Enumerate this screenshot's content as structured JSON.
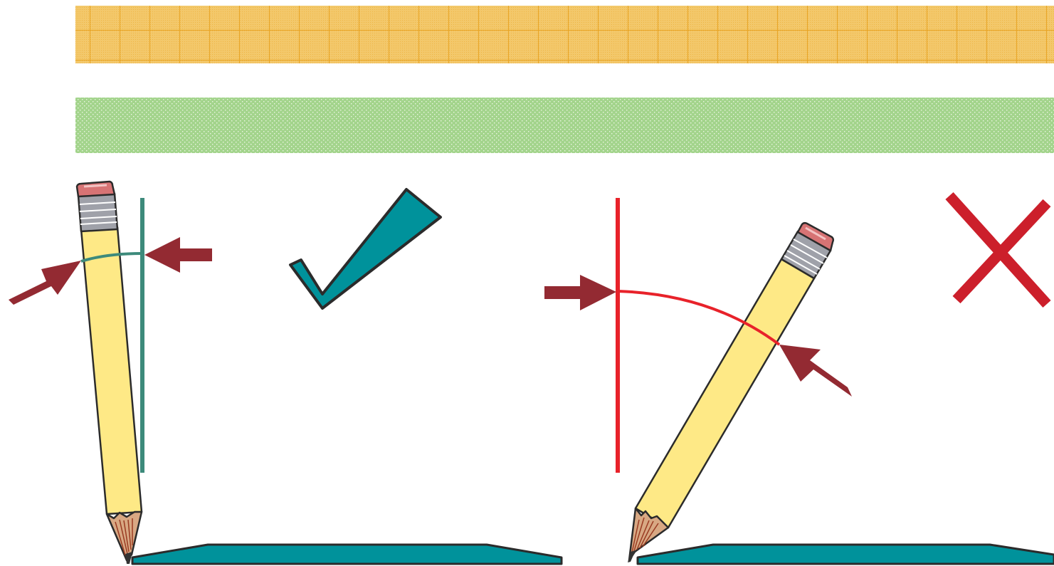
{
  "colors": {
    "background": "#ffffff",
    "band_orange_base": "#f3c86b",
    "band_orange_grid": "#e8a526",
    "band_green_base": "#a3d48c",
    "band_green_dot": "#eaf5e2",
    "correct_line": "#3d8a7b",
    "incorrect_line": "#e8222a",
    "arrow": "#932a32",
    "check_mark_fill": "#00929b",
    "cross_mark": "#cc1f2b",
    "ruler_fill": "#00929b",
    "outline": "#2b2b2b",
    "pencil_body": "#fee986",
    "pencil_eraser": "#d77374",
    "pencil_ferrule": "#9fa1a9",
    "pencil_wood": "#d8a883",
    "pencil_wood_grain": "#9a3b22",
    "pencil_lead": "#333333"
  },
  "icons": {
    "check": "check-mark-icon",
    "cross": "cross-mark-icon",
    "pencil": "pencil-icon",
    "arrow": "arrow-icon"
  },
  "panels": [
    {
      "id": "correct",
      "result": "check-mark-icon",
      "pencil_tilt": "near-vertical"
    },
    {
      "id": "incorrect",
      "result": "cross-mark-icon",
      "pencil_tilt": "tilted"
    }
  ]
}
